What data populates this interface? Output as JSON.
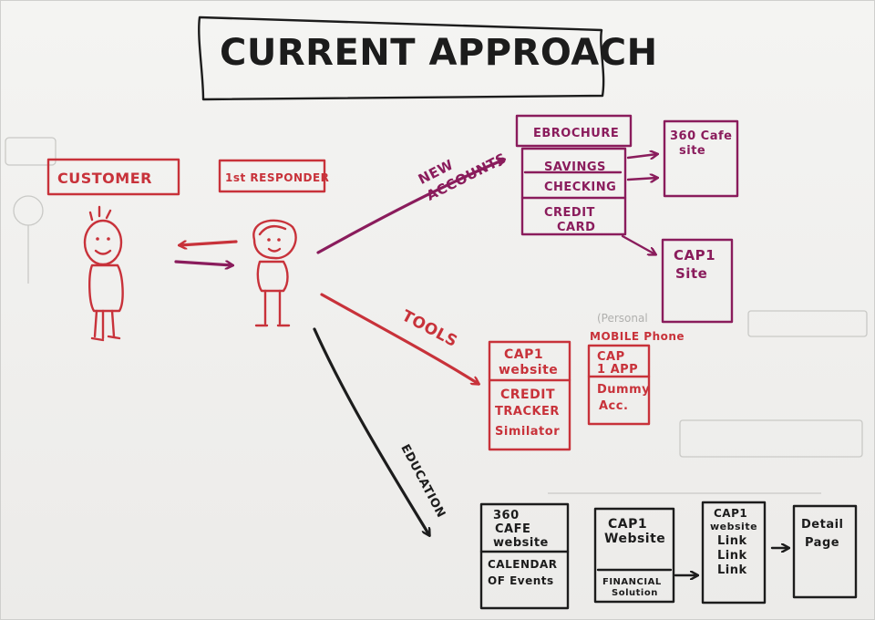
{
  "title": "CURRENT APPROACH",
  "actors": {
    "customer": "CUSTOMER",
    "responder": "1st RESPONDER"
  },
  "branches": {
    "new_accounts": [
      "NEW",
      "ACCOUNTS"
    ],
    "tools": "TOOLS",
    "education": "EDUCATION"
  },
  "new_accounts": {
    "ebrochure": "EBROCHURE",
    "savings": "SAVINGS",
    "checking": "CHECKING",
    "credit_card": [
      "CREDIT",
      "CARD"
    ],
    "site_360": [
      "360 Cafe",
      "site"
    ],
    "cap1_site": [
      "CAP1",
      "Site"
    ]
  },
  "tools": {
    "cap1_website": [
      "CAP1",
      "website"
    ],
    "credit_tracker": [
      "CREDIT",
      "TRACKER",
      "Similator"
    ],
    "mobile_label": "MOBILE Phone",
    "personal_note": "(Personal",
    "cap1_app": [
      "CAP",
      "1 APP"
    ],
    "dummy_acc": [
      "Dummy",
      "Acc."
    ]
  },
  "education": {
    "cafe_website": [
      "360",
      "CAFE",
      "website"
    ],
    "calendar": [
      "CALENDAR",
      "OF Events"
    ],
    "cap1_website": [
      "CAP1",
      "Website"
    ],
    "financial": [
      "FINANCIAL",
      "Solution"
    ],
    "link_page": [
      "CAP1",
      "website",
      "Link",
      "Link",
      "Link"
    ],
    "detail_page": [
      "Detail",
      "Page"
    ]
  },
  "colors": {
    "red": "#c8323a",
    "plum": "#8a1c5c",
    "ink": "#1c1c1c"
  }
}
